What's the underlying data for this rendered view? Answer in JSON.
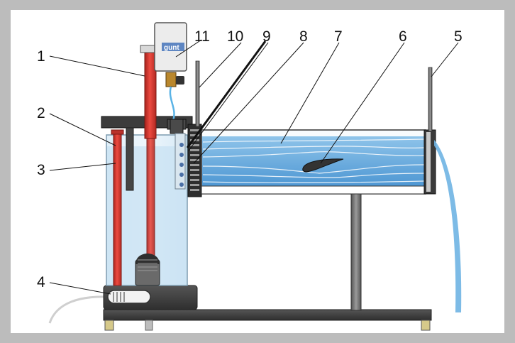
{
  "diagram": {
    "brand_text": "gunt",
    "callouts": [
      {
        "id": "1",
        "label": "1"
      },
      {
        "id": "2",
        "label": "2"
      },
      {
        "id": "3",
        "label": "3"
      },
      {
        "id": "4",
        "label": "4"
      },
      {
        "id": "5",
        "label": "5"
      },
      {
        "id": "6",
        "label": "6"
      },
      {
        "id": "7",
        "label": "7"
      },
      {
        "id": "8",
        "label": "8"
      },
      {
        "id": "9",
        "label": "9"
      },
      {
        "id": "10",
        "label": "10"
      },
      {
        "id": "11",
        "label": "11"
      }
    ]
  },
  "colors": {
    "frame": "#bcbcbc",
    "water": "#5aa7dd",
    "water_tank": "#c8e2f3",
    "pipe_red": "#d43a32",
    "metal": "#6e6e6e",
    "dark": "#3a3a3a"
  }
}
